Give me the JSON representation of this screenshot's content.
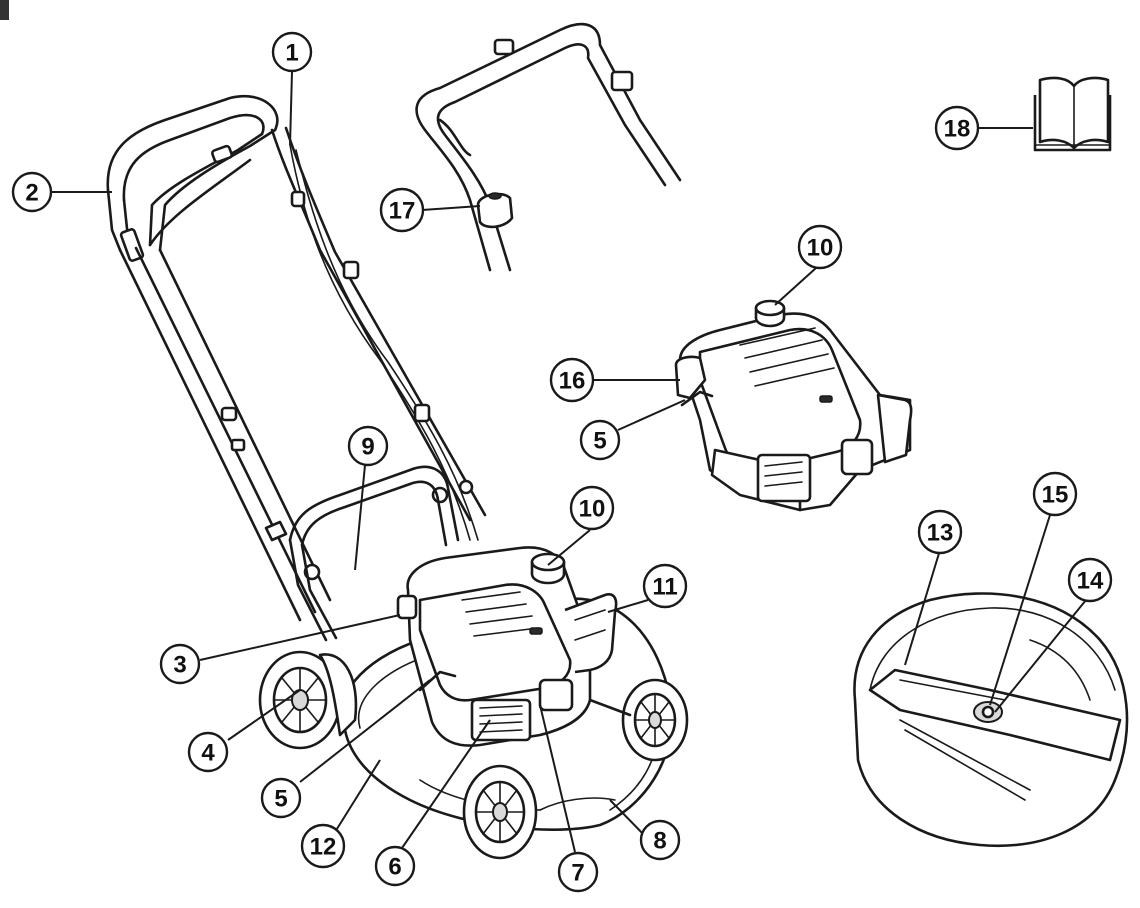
{
  "callouts": [
    {
      "id": "c1",
      "label": "1"
    },
    {
      "id": "c2",
      "label": "2"
    },
    {
      "id": "c3",
      "label": "3"
    },
    {
      "id": "c4",
      "label": "4"
    },
    {
      "id": "c5",
      "label": "5"
    },
    {
      "id": "c5b",
      "label": "5"
    },
    {
      "id": "c6",
      "label": "6"
    },
    {
      "id": "c7",
      "label": "7"
    },
    {
      "id": "c8",
      "label": "8"
    },
    {
      "id": "c9",
      "label": "9"
    },
    {
      "id": "c10",
      "label": "10"
    },
    {
      "id": "c10b",
      "label": "10"
    },
    {
      "id": "c11",
      "label": "11"
    },
    {
      "id": "c12",
      "label": "12"
    },
    {
      "id": "c13",
      "label": "13"
    },
    {
      "id": "c14",
      "label": "14"
    },
    {
      "id": "c15",
      "label": "15"
    },
    {
      "id": "c16",
      "label": "16"
    },
    {
      "id": "c17",
      "label": "17"
    },
    {
      "id": "c18",
      "label": "18"
    }
  ]
}
